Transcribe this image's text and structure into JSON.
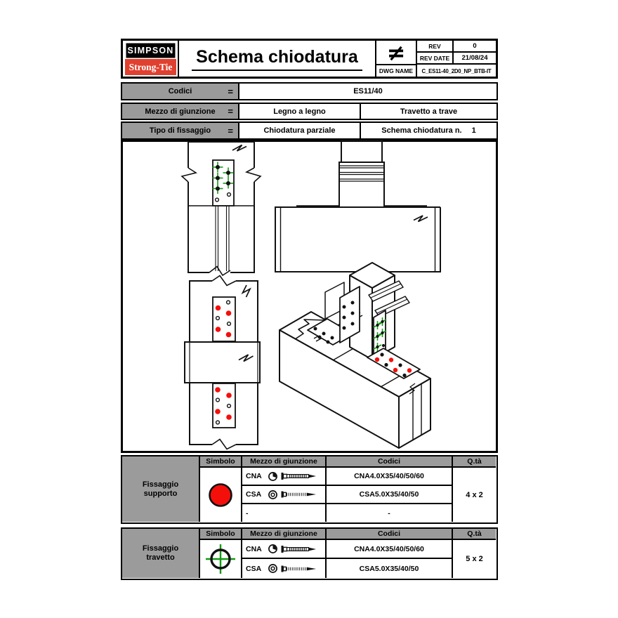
{
  "header": {
    "logo_line1": "SIMPSON",
    "logo_line2": "Strong-Tie",
    "title": "Schema chiodatura",
    "not_equal_symbol": "≠",
    "rev_label": "REV",
    "rev_value": "0",
    "rev_date_label": "REV DATE",
    "rev_date_value": "21/08/24",
    "dwg_name_label": "DWG NAME",
    "dwg_name_value": "C_ES11-40_2D0_NP_BTB-IT"
  },
  "info": {
    "equals_symbol": "=",
    "rows": [
      {
        "label": "Codici",
        "value": "ES11/40"
      },
      {
        "label": "Mezzo di giunzione",
        "value1": "Legno a legno",
        "value2": "Travetto a trave"
      },
      {
        "label": "Tipo di fissaggio",
        "value1": "Chiodatura parziale",
        "value2": "Schema chiodatura n.",
        "value2_num": "1"
      }
    ]
  },
  "legend_columns": {
    "simbolo": "Simbolo",
    "mezzo": "Mezzo di giunzione",
    "codici": "Codici",
    "qta": "Q.tà"
  },
  "supporto": {
    "group_line1": "Fissaggio",
    "group_line2": "supporto",
    "symbol_name": "red-filled-circle",
    "rows": [
      {
        "code": "CNA",
        "codice": "CNA4.0X35/40/50/60"
      },
      {
        "code": "CSA",
        "codice": "CSA5.0X35/40/50"
      },
      {
        "code": "-",
        "codice": "-"
      }
    ],
    "qty": "4 x 2"
  },
  "travetto": {
    "group_line1": "Fissaggio",
    "group_line2": "travetto",
    "symbol_name": "green-crosshair-circle",
    "rows": [
      {
        "code": "CNA",
        "codice": "CNA4.0X35/40/50/60"
      },
      {
        "code": "CSA",
        "codice": "CSA5.0X35/40/50"
      }
    ],
    "qty": "5 x 2"
  },
  "colors": {
    "logo_red": "#e0402f",
    "fastener_red": "#f50f0a",
    "fastener_green": "#129b12",
    "table_gray": "#9b9b9b"
  }
}
